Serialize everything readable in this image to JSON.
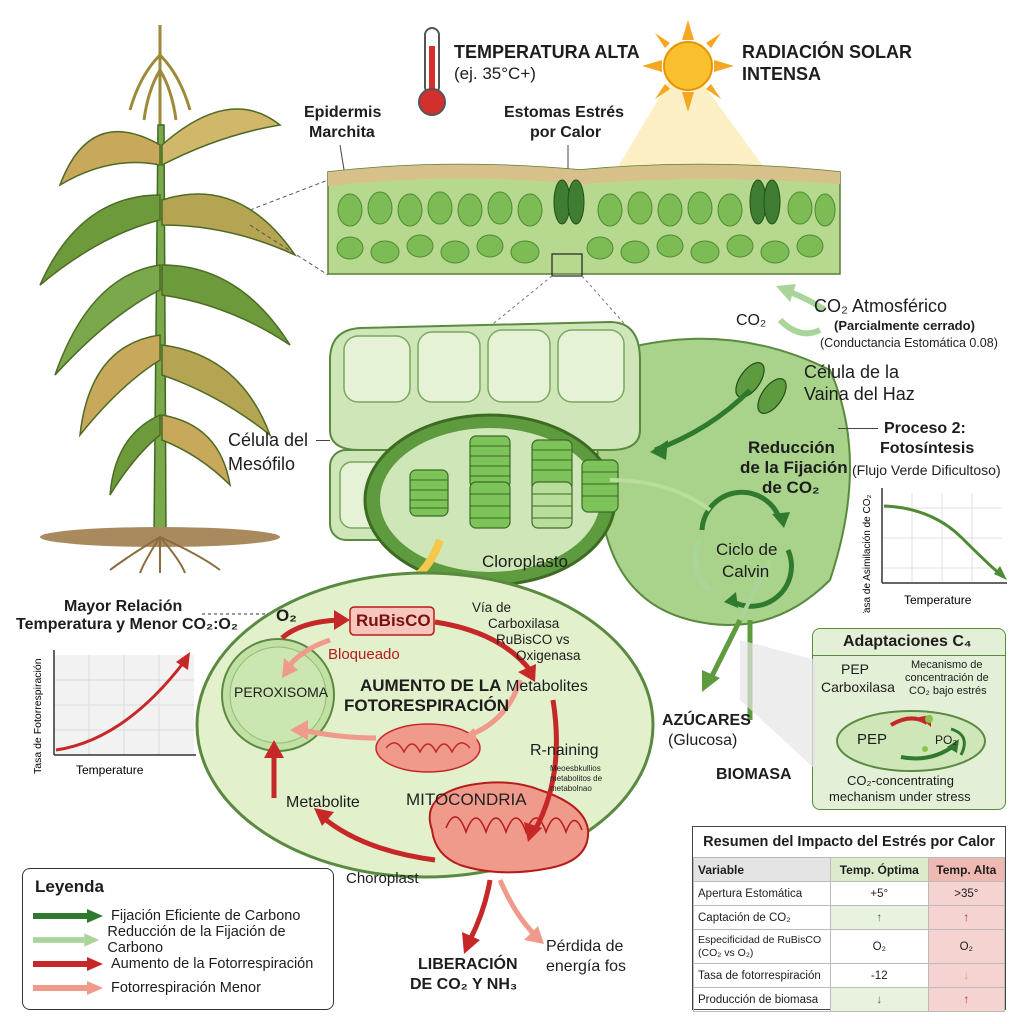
{
  "labels": {
    "temp_title": "TEMPERATURA ALTA",
    "temp_sub": "(ej. 35°C+)",
    "sun_title_1": "RADIACIÓN SOLAR",
    "sun_title_2": "INTENSA",
    "epidermis_1": "Epidermis",
    "epidermis_2": "Marchita",
    "stomata_1": "Estomas Estrés",
    "stomata_2": "por Calor",
    "co2_atm": "CO₂ Atmosférico",
    "partially_closed": "(Parcialmente cerrado)",
    "conductance": "(Conductancia Estomática 0.08)",
    "co2": "CO₂",
    "bundle_1": "Célula de la",
    "bundle_2": "Vaina del Haz",
    "mesophyll_1": "Célula del",
    "mesophyll_2": "Mesófilo",
    "process2_1": "Proceso 2:",
    "process2_2": "Fotosíntesis",
    "process2_3": "(Flujo Verde Dificultoso)",
    "reduction_1": "Reducción",
    "reduction_2": "de la Fijación",
    "reduction_3": "de CO₂",
    "calvin_1": "Ciclo de",
    "calvin_2": "Calvin",
    "chloroplast": "Cloroplasto",
    "sugars": "AZÚCARES",
    "glucose": "(Glucosa)",
    "biomass": "BIOMASA",
    "ratio_1": "Mayor Relación",
    "ratio_2": "Temperatura y Menor CO₂:O₂",
    "o2": "O₂",
    "rubisco": "RuBisCO",
    "blocked": "Bloqueado",
    "via_1": "Vía de",
    "via_2": "Carboxilasa",
    "via_3": "RuBisCO vs",
    "via_4": "Oxigenasa",
    "peroxisome": "PEROXISOMA",
    "increase_1": "AUMENTO DE LA",
    "increase_2": "FOTORESPIRACIÓN",
    "metabolites": "Metabolites",
    "r_naining": "R-naining",
    "small_1": "Meoesbkullios",
    "small_2": "metabolitos de",
    "small_3": "metabolnao",
    "metabolite": "Metabolite",
    "mitochondria": "MITOCONDRIA",
    "choroplast": "Choroplast",
    "release_1": "LIBERACIÓN",
    "release_2": "DE CO₂ Y NH₃",
    "loss_1": "Pérdida de",
    "loss_2": "energía fos"
  },
  "assim_chart": {
    "ylabel": "Tasa de Asimilación de CO₂",
    "xlabel": "Temperature"
  },
  "photo_chart": {
    "ylabel": "Tasa de Fotorrespiración",
    "xlabel": "Temperature"
  },
  "c4": {
    "title": "Adaptaciones C₄",
    "pep_carb_1": "PEP",
    "pep_carb_2": "Carboxilasa",
    "mech_1": "Mecanismo de",
    "mech_2": "concentración de",
    "mech_3": "CO₂ bajo estrés",
    "pep": "PEP",
    "po2": "PO₂",
    "foot_1": "CO₂-concentrating",
    "foot_2": "mechanism under stress"
  },
  "legend": {
    "title": "Leyenda",
    "items": [
      {
        "label": "Fijación Eficiente de Carbono",
        "color": "#2f7a2f"
      },
      {
        "label": "Reducción de la Fijación de Carbono",
        "color": "#a9d59a"
      },
      {
        "label": "Aumento de la Fotorrespiración",
        "color": "#c62828"
      },
      {
        "label": "Fotorrespiración Menor",
        "color": "#ef9a8a"
      }
    ]
  },
  "summary": {
    "title": "Resumen del Impacto del Estrés por Calor",
    "headers": [
      "Variable",
      "Temp. Óptima",
      "Temp. Alta"
    ],
    "rows": [
      {
        "variable": "Apertura Estomática",
        "optimal": "+5°",
        "high": ">35°"
      },
      {
        "variable": "Captación de CO₂",
        "optimal": "↑",
        "high": "↑"
      },
      {
        "variable": "Especificidad de RuBisCO",
        "variable_2": "(CO₂ vs O₂)",
        "optimal": "O₂",
        "high": "O₂"
      },
      {
        "variable": "Tasa de fotorrespiración",
        "optimal": "-12",
        "high": "↓"
      },
      {
        "variable": "Producción de biomasa",
        "optimal": "↓",
        "high": "↑"
      }
    ]
  },
  "colors": {
    "leaf_green": "#8cc26e",
    "dark_green": "#3f7d32",
    "red_arrow": "#c62828",
    "light_red": "#ef9a8a",
    "hot_cell": "#f4d3d1"
  }
}
